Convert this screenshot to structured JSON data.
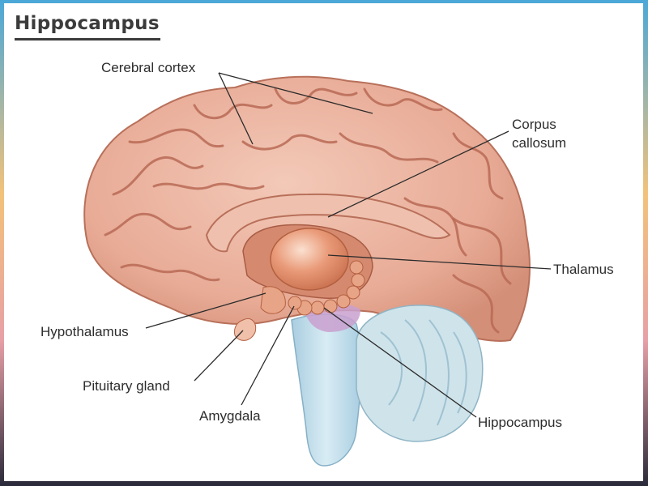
{
  "title": "Hippocampus",
  "labels": {
    "cerebral_cortex": "Cerebral cortex",
    "corpus_callosum_line1": "Corpus",
    "corpus_callosum_line2": "callosum",
    "thalamus": "Thalamus",
    "hypothalamus": "Hypothalamus",
    "pituitary_gland": "Pituitary gland",
    "amygdala": "Amygdala",
    "hippocampus": "Hippocampus"
  },
  "colors": {
    "cortex": "#eab3a0",
    "cortex_shadow": "#c97c66",
    "thalamus": "#e08f6e",
    "brainstem": "#bfdbe9",
    "cerebellum": "#cfe3ea",
    "hippocampus_region": "#c9a0cf"
  }
}
